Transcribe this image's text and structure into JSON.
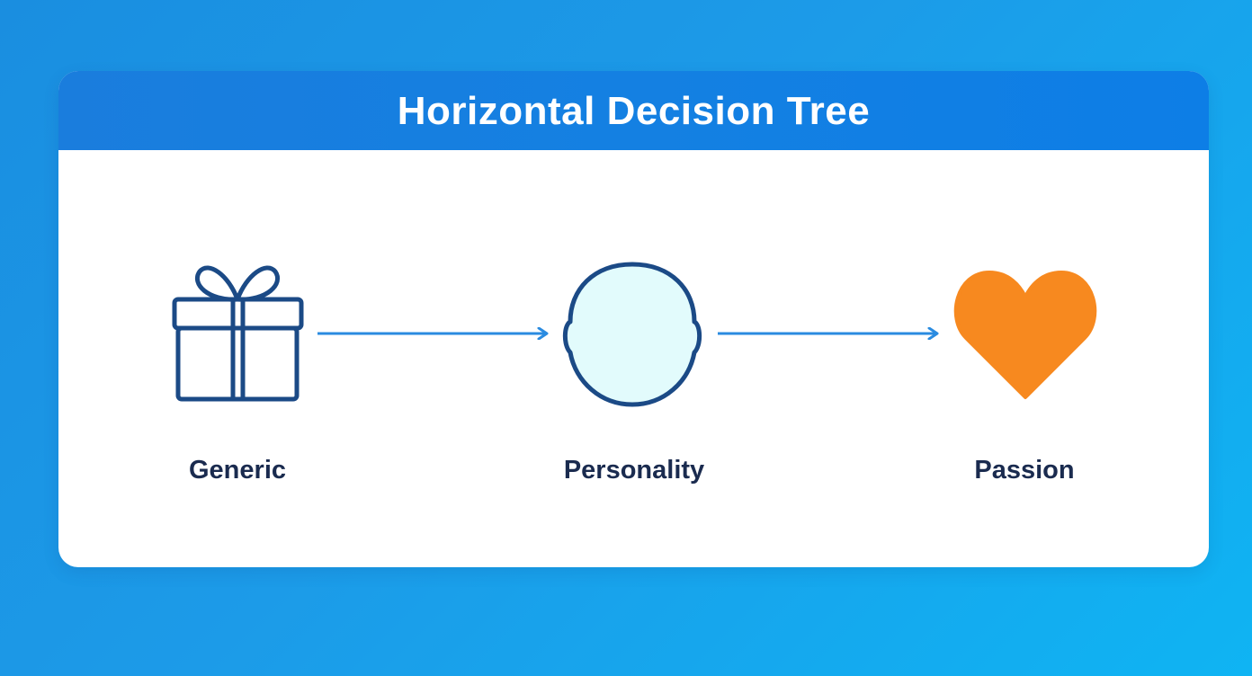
{
  "title": "Horizontal Decision Tree",
  "nodes": [
    {
      "label": "Generic",
      "icon": "gift-icon"
    },
    {
      "label": "Personality",
      "icon": "head-icon"
    },
    {
      "label": "Passion",
      "icon": "heart-icon"
    }
  ],
  "colors": {
    "header": "#1a7ddd",
    "icon_stroke": "#1b4a86",
    "arrow": "#2a8be0",
    "head_fill": "#e2fbfc",
    "heart": "#f7891f",
    "label_text": "#1a2b4f"
  }
}
